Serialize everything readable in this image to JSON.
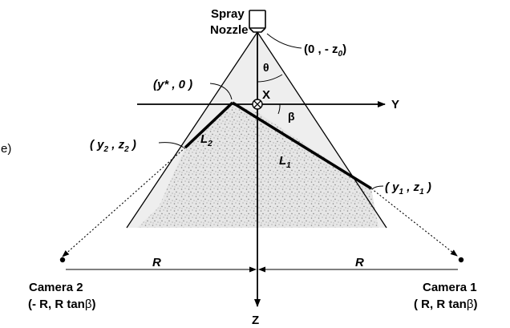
{
  "nozzle": {
    "line1": "Spray",
    "line2": "Nozzle"
  },
  "origin_label": "(0 , - z",
  "origin_sub": "0",
  "origin_close": ")",
  "theta": "θ",
  "beta": "β",
  "x_label": "X",
  "y_axis": "Y",
  "z_axis": "Z",
  "ystar_label": "(y* , 0 )",
  "p2_open": "( y",
  "p2_sub_a": "2",
  "p2_mid": " , z",
  "p2_sub_b": "2",
  "p2_close": " )",
  "p1_open": "( y",
  "p1_sub_a": "1",
  "p1_mid": " , z",
  "p1_sub_b": "1",
  "p1_close": " )",
  "L1": "L",
  "L1_sub": "1",
  "L2": "L",
  "L2_sub": "2",
  "R_left": "R",
  "R_right": "R",
  "camera2": {
    "name": "Camera 2",
    "coords_a": "(- R, R tan",
    "coords_b": "β",
    "coords_c": ")"
  },
  "camera1": {
    "name": "Camera 1",
    "coords_a": "( R, R tan",
    "coords_b": "β",
    "coords_c": ")"
  },
  "edge_fragment": "e)"
}
